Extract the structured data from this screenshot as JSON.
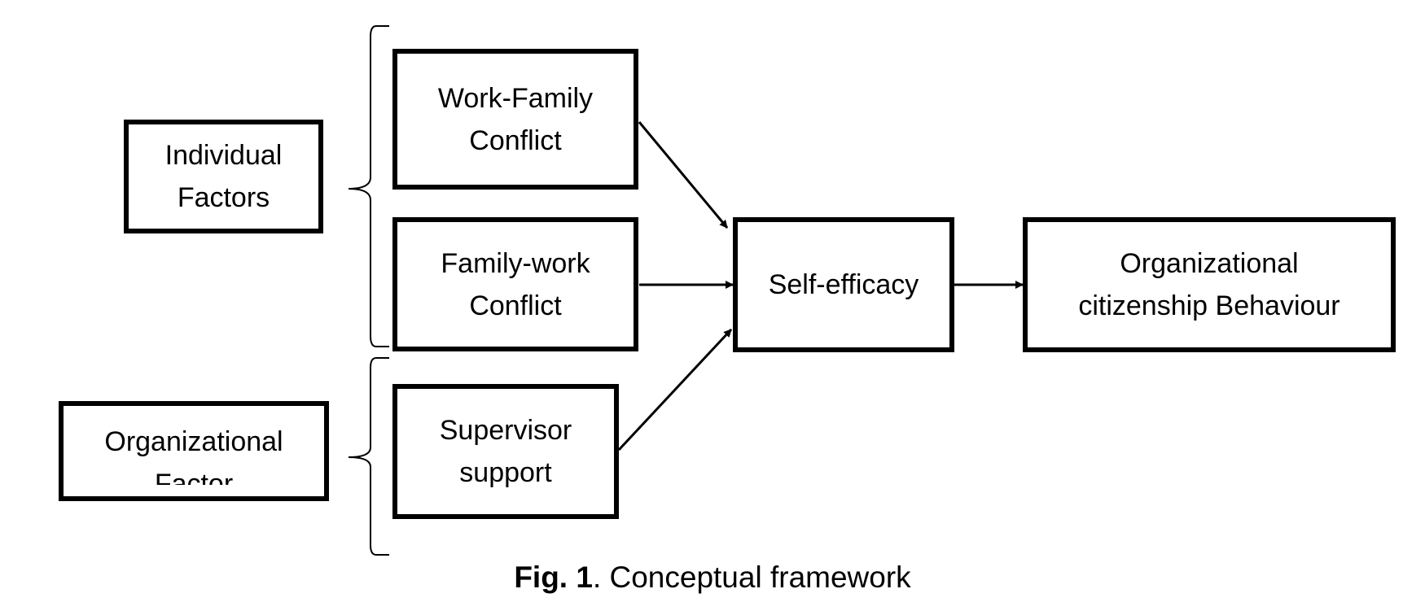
{
  "diagram": {
    "group_labels": {
      "individual": "Individual\nFactors",
      "organizational": "Organizational\nFactor"
    },
    "variables": {
      "work_family": "Work-Family\nConflict",
      "family_work": "Family-work\nConflict",
      "supervisor": "Supervisor\nsupport",
      "self_efficacy": "Self-efficacy",
      "ocb": "Organizational\ncitizenship Behaviour"
    },
    "caption": {
      "prefix": "Fig. 1",
      "text": ". Conceptual framework"
    }
  }
}
